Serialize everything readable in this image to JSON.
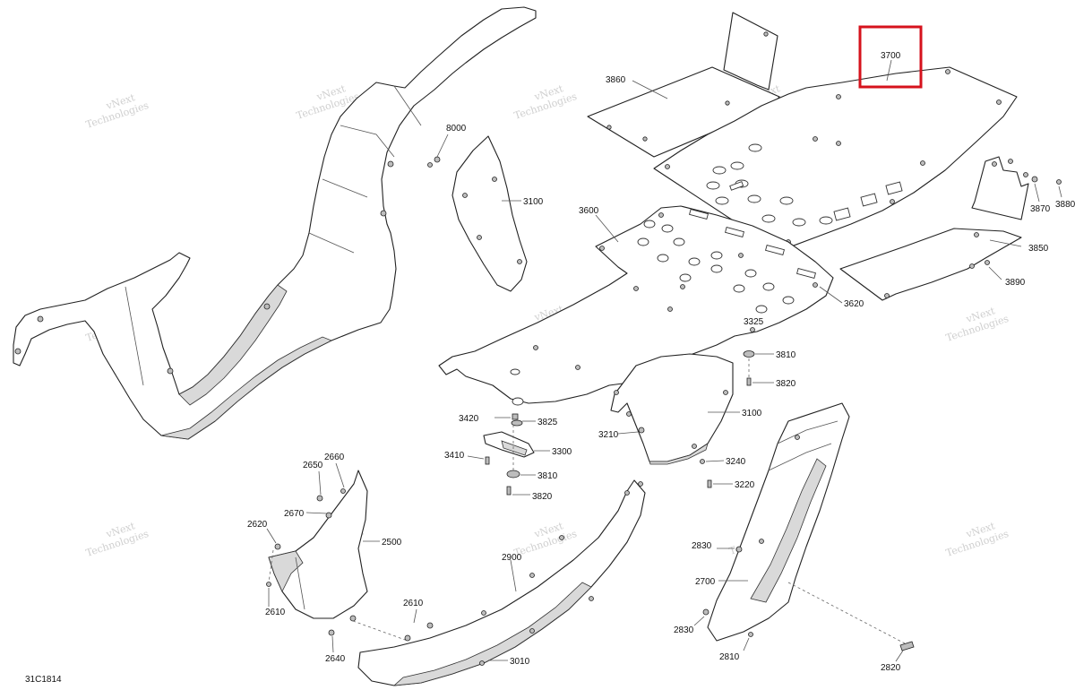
{
  "diagram_code": "31C1814",
  "watermark": {
    "line1": "vNext",
    "line2": "Technologies"
  },
  "highlight_color": "#d6121c",
  "highlighted_part": "3700",
  "parts": {
    "p3700": "3700",
    "p3860": "3860",
    "p8000": "8000",
    "p3100a": "3100",
    "p3600": "3600",
    "p3870": "3870",
    "p3880": "3880",
    "p3850": "3850",
    "p3890": "3890",
    "p3620": "3620",
    "p3325": "3325",
    "p3810a": "3810",
    "p3820a": "3820",
    "p3100b": "3100",
    "p3420": "3420",
    "p3825": "3825",
    "p3210": "3210",
    "p3300": "3300",
    "p3410": "3410",
    "p3810b": "3810",
    "p3240": "3240",
    "p3820b": "3820",
    "p3220": "3220",
    "p2650": "2650",
    "p2660": "2660",
    "p2670": "2670",
    "p2620": "2620",
    "p2500": "2500",
    "p2900": "2900",
    "p2830a": "2830",
    "p2700": "2700",
    "p2610a": "2610",
    "p2610b": "2610",
    "p2640": "2640",
    "p3010": "3010",
    "p2830b": "2830",
    "p2810": "2810",
    "p2820": "2820"
  }
}
